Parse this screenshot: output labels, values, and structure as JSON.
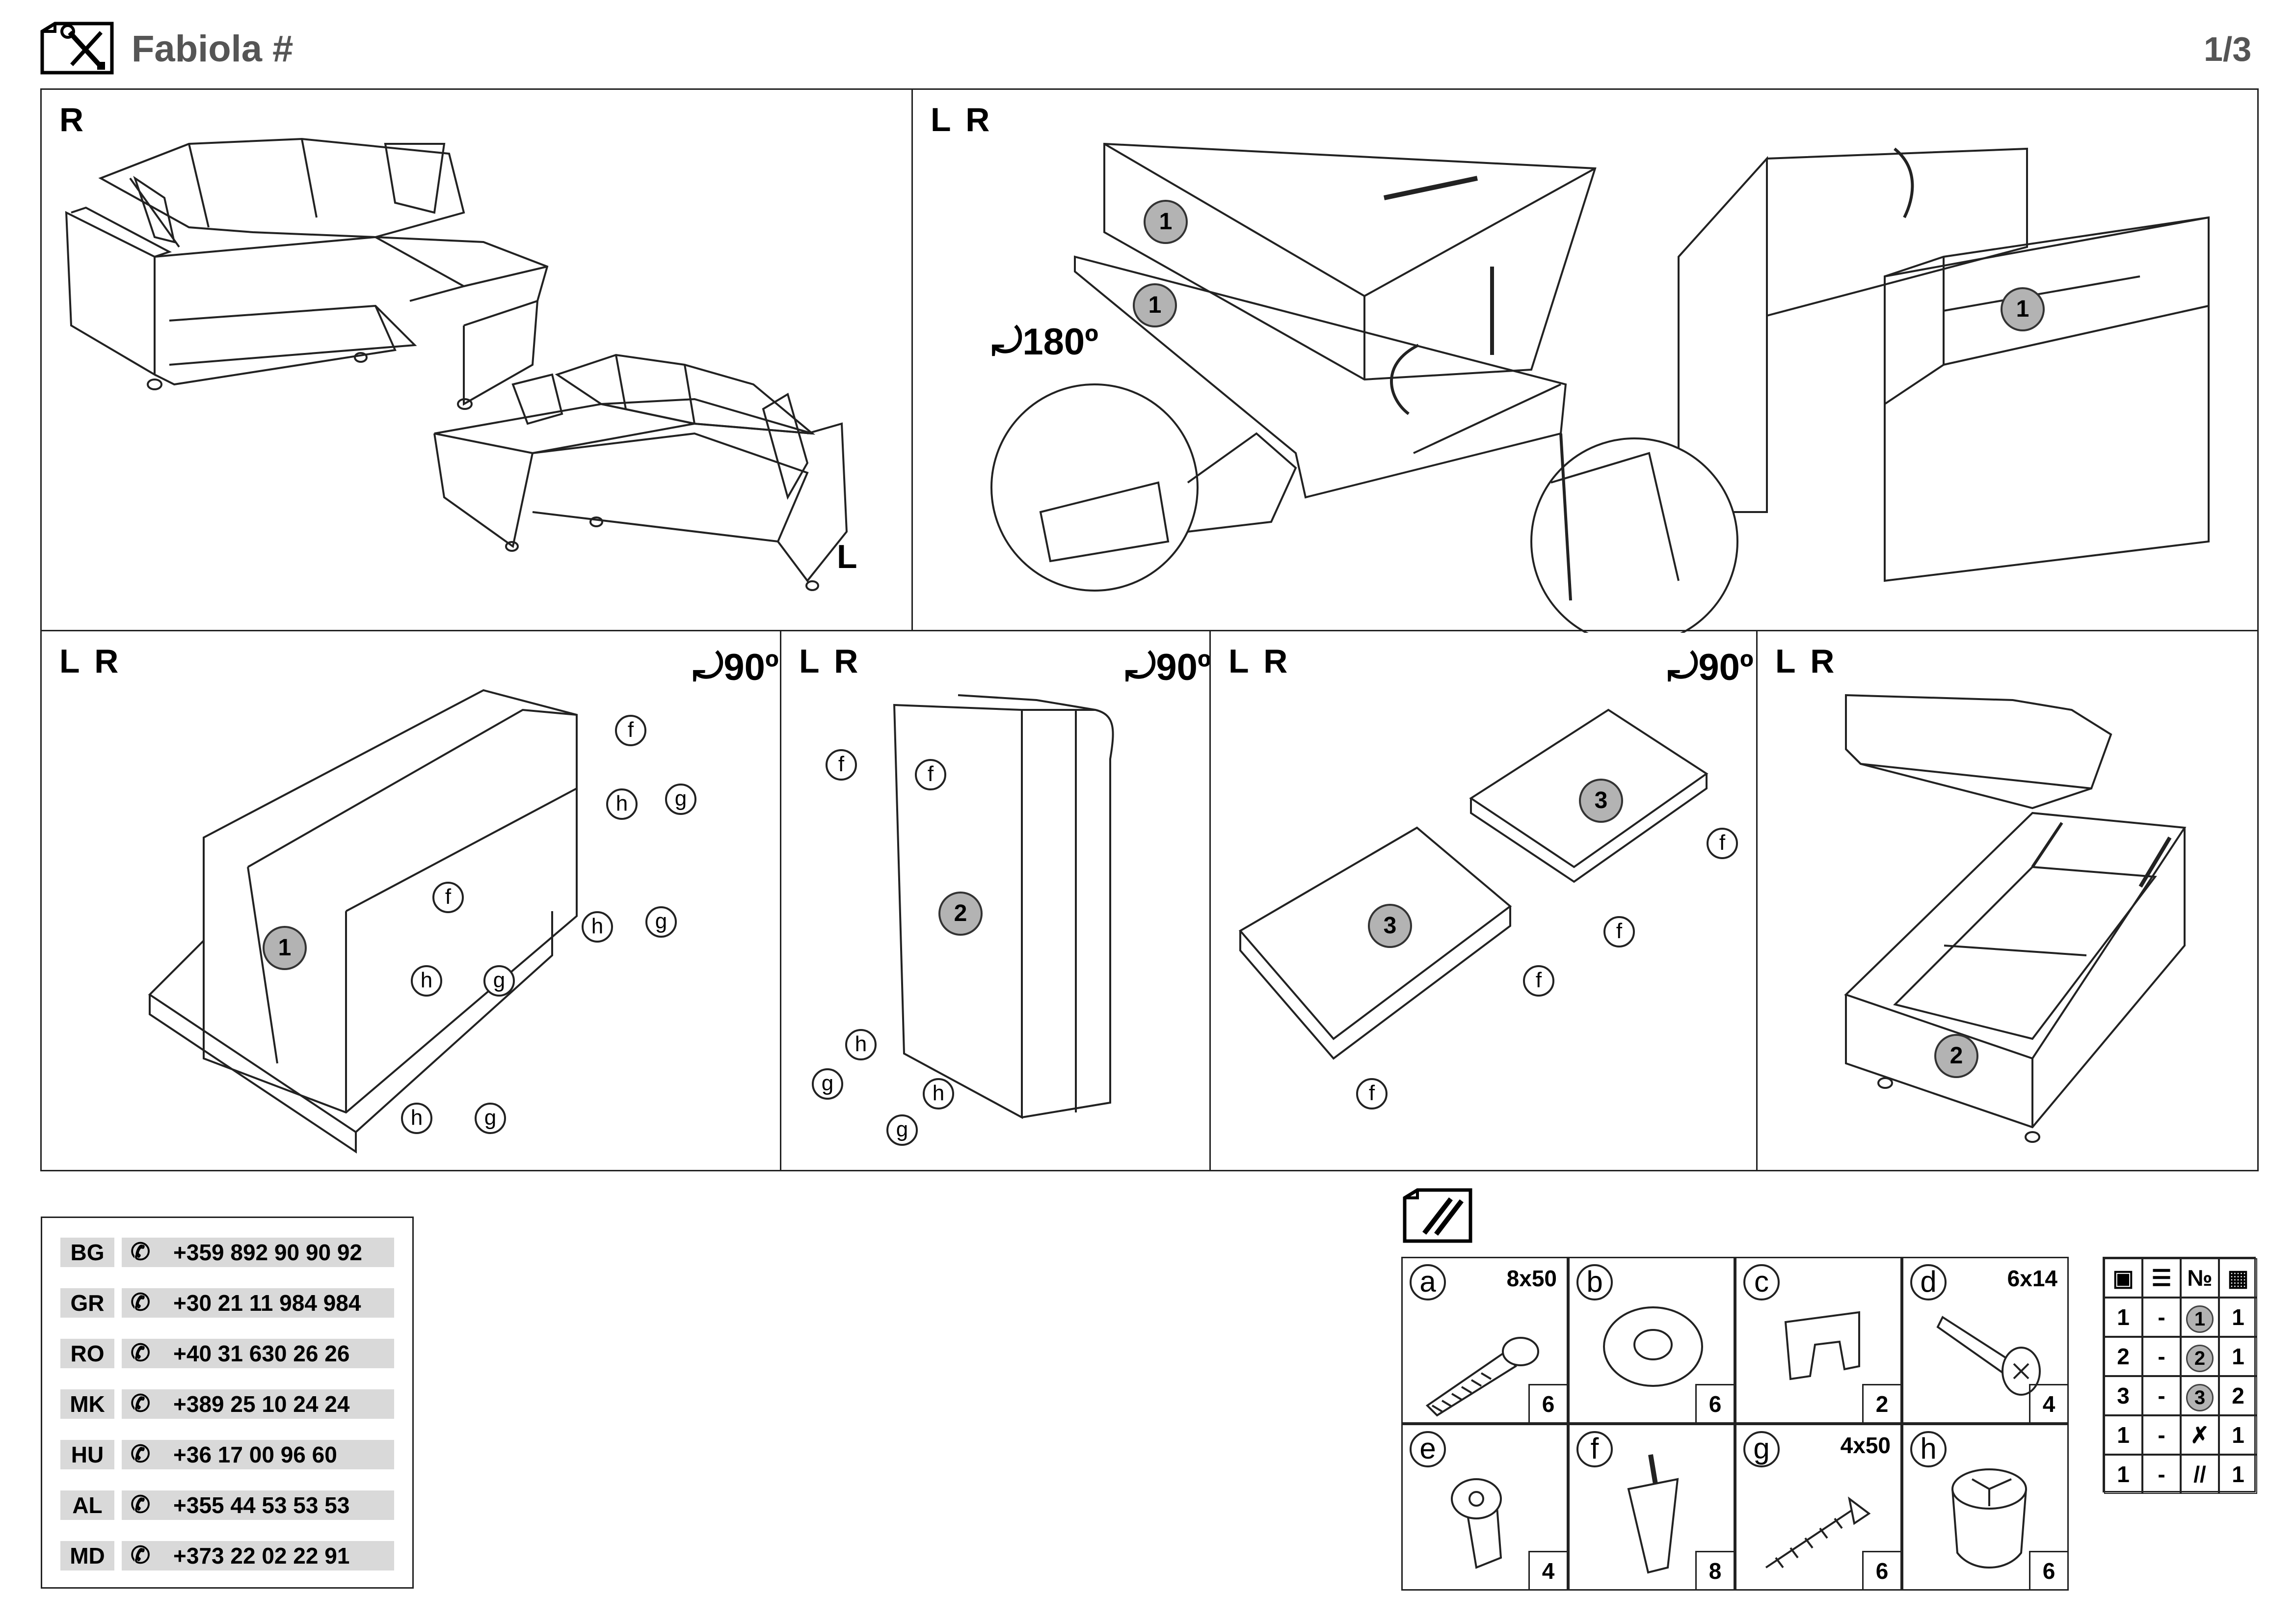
{
  "header": {
    "title": "Fabiola #",
    "page": "1/3"
  },
  "panels": [
    {
      "label": "R",
      "corner_label": "L"
    },
    {
      "label": "L R",
      "rotation": "180º",
      "part": "1",
      "part2": "1",
      "part3": "1"
    },
    {
      "label": "L R",
      "rotation": "90º",
      "part": "1"
    },
    {
      "label": "L R",
      "rotation": "90º",
      "part": "2"
    },
    {
      "label": "L R",
      "rotation": "90º",
      "part": "3",
      "part2": "3"
    },
    {
      "label": "L R",
      "part": "2"
    }
  ],
  "fittings": {
    "f": "f",
    "g": "g",
    "h": "h"
  },
  "phones": [
    {
      "code": "BG",
      "number": "+359 892 90 90 92"
    },
    {
      "code": "GR",
      "number": "+30 21 11 984 984"
    },
    {
      "code": "RO",
      "number": "+40 31 630 26 26"
    },
    {
      "code": "MK",
      "number": "+389 25 10 24 24"
    },
    {
      "code": "HU",
      "number": "+36 17 00 96 60"
    },
    {
      "code": "AL",
      "number": "+355 44 53 53 53"
    },
    {
      "code": "MD",
      "number": "+373 22 02 22 91"
    }
  ],
  "hardware": [
    {
      "letter": "a",
      "size": "8x50",
      "qty": "6",
      "icon": "bolt-icon"
    },
    {
      "letter": "b",
      "size": "",
      "qty": "6",
      "icon": "washer-icon"
    },
    {
      "letter": "c",
      "size": "",
      "qty": "2",
      "icon": "bracket-icon"
    },
    {
      "letter": "d",
      "size": "6x14",
      "qty": "4",
      "icon": "screw-icon"
    },
    {
      "letter": "e",
      "size": "",
      "qty": "4",
      "icon": "nut-icon"
    },
    {
      "letter": "f",
      "size": "",
      "qty": "8",
      "icon": "leg-icon"
    },
    {
      "letter": "g",
      "size": "4x50",
      "qty": "6",
      "icon": "wood-screw-icon"
    },
    {
      "letter": "h",
      "size": "",
      "qty": "6",
      "icon": "foot-icon"
    }
  ],
  "parts_table": {
    "header": [
      "box-icon",
      "stack-icon",
      "№",
      "grid-icon"
    ],
    "header_no": "№",
    "rows": [
      {
        "a": "1",
        "b": "-",
        "c": "1",
        "d": "1"
      },
      {
        "a": "2",
        "b": "-",
        "c": "2",
        "d": "1"
      },
      {
        "a": "3",
        "b": "-",
        "c": "3",
        "d": "2"
      },
      {
        "a": "1",
        "b": "-",
        "c": "tools-icon",
        "d": "1"
      },
      {
        "a": "1",
        "b": "-",
        "c": "hardware-icon",
        "d": "1"
      }
    ]
  }
}
